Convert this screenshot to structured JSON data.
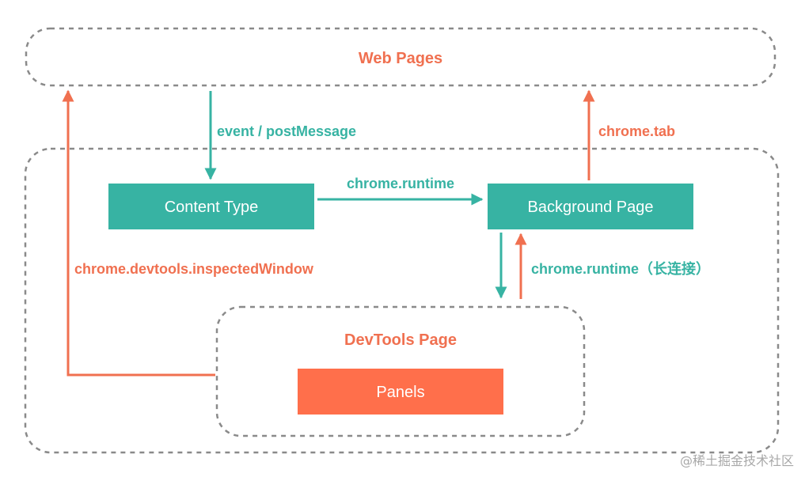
{
  "colors": {
    "teal": "#37b3a3",
    "orange": "#f07050",
    "panel_fill": "#ff6f4b",
    "dashed_border": "#8a8a8a",
    "box_text": "#ffffff"
  },
  "regions": {
    "web_pages": {
      "label": "Web Pages"
    },
    "extension": {
      "label": ""
    },
    "devtools_page": {
      "label": "DevTools Page"
    }
  },
  "nodes": {
    "content_type": {
      "label": "Content Type"
    },
    "background_page": {
      "label": "Background Page"
    },
    "panels": {
      "label": "Panels"
    }
  },
  "edges": {
    "event_post_message": {
      "label": "event / postMessage",
      "from": "Web Pages",
      "to": "Content Type"
    },
    "runtime_content_to_bg": {
      "label": "chrome.runtime",
      "from": "Content Type",
      "to": "Background Page"
    },
    "tab_bg_to_web": {
      "label": "chrome.tab",
      "from": "Background Page",
      "to": "Web Pages"
    },
    "runtime_long_connection": {
      "label": "chrome.runtime（长连接）",
      "from": "Background Page",
      "to": "DevTools Page",
      "bidirectional": true
    },
    "inspected_window": {
      "label": "chrome.devtools.inspectedWindow",
      "from": "DevTools Page",
      "to": "Web Pages"
    }
  },
  "watermark": "@稀土掘金技术社区"
}
